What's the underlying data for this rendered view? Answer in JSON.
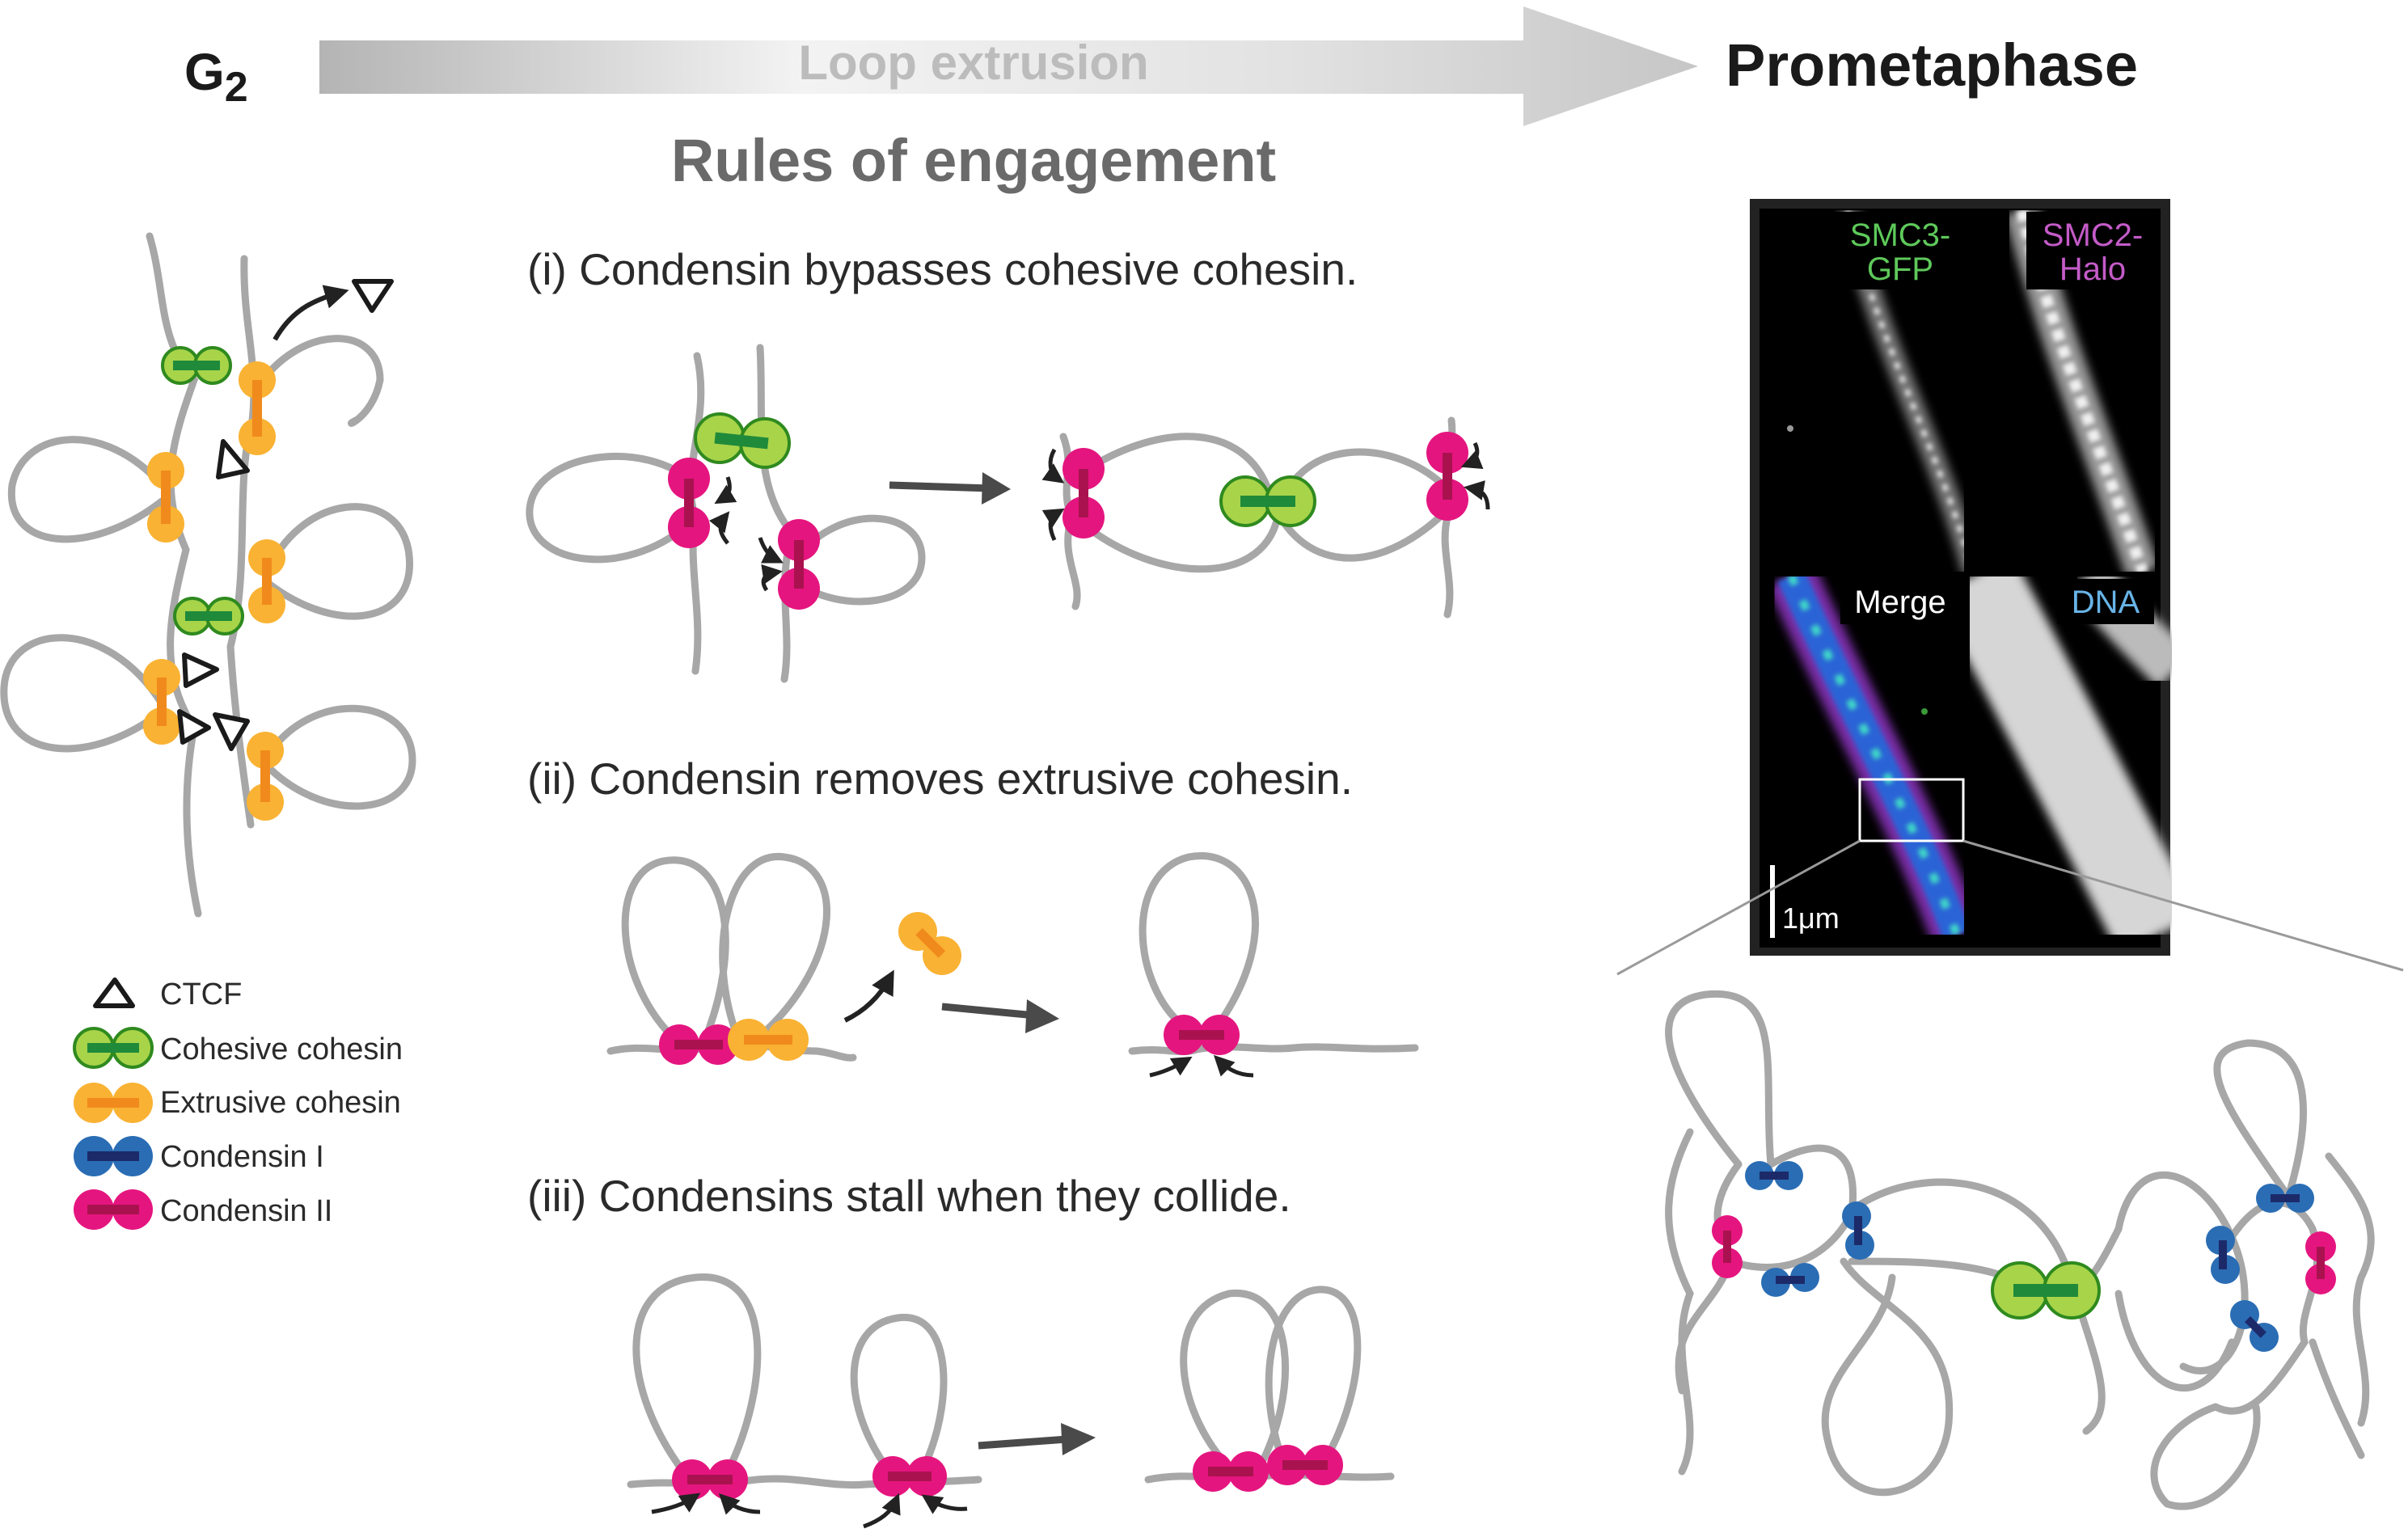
{
  "header": {
    "g2_label": "G",
    "g2_subscript": "2",
    "arrow_label": "Loop extrusion",
    "prometaphase_label": "Prometaphase",
    "rules_title": "Rules of engagement"
  },
  "rules": [
    {
      "text": "(i) Condensin bypasses cohesive cohesin."
    },
    {
      "text": "(ii) Condensin removes extrusive cohesin."
    },
    {
      "text": "(iii) Condensins stall when they collide."
    }
  ],
  "legend": [
    {
      "label": "CTCF",
      "kind": "ctcf"
    },
    {
      "label": "Cohesive cohesin",
      "kind": "cohesive"
    },
    {
      "label": "Extrusive cohesin",
      "kind": "extrusive"
    },
    {
      "label": "Condensin I",
      "kind": "condensin1"
    },
    {
      "label": "Condensin II",
      "kind": "condensin2"
    }
  ],
  "micrograph": {
    "panels": [
      {
        "label_line1": "SMC3-",
        "label_line2": "GFP",
        "label_color": "#5ec95a"
      },
      {
        "label_line1": "SMC2-",
        "label_line2": "Halo",
        "label_color": "#c45bc8"
      },
      {
        "label_line1": "Merge",
        "label_line2": "",
        "label_color": "#ffffff"
      },
      {
        "label_line1": "DNA",
        "label_line2": "",
        "label_color": "#68b4e8"
      }
    ],
    "scale_bar": "1μm"
  },
  "colors": {
    "chromatin": "#a7a7a7",
    "cohesive": "#a8d44a",
    "cohesive_bar": "#1f8a3a",
    "cohesive_stroke": "#2f8a1f",
    "extrusive": "#f9b233",
    "extrusive_bar": "#f08a1c",
    "condensin1": "#2a6db4",
    "condensin1_bar": "#1c2a6a",
    "condensin2": "#e5157f",
    "condensin2_bar": "#a9124f",
    "heading_gray": "#6a6a6a",
    "arrow_text": "#bcbcbc",
    "dark_arrow": "#4a4a4a"
  }
}
